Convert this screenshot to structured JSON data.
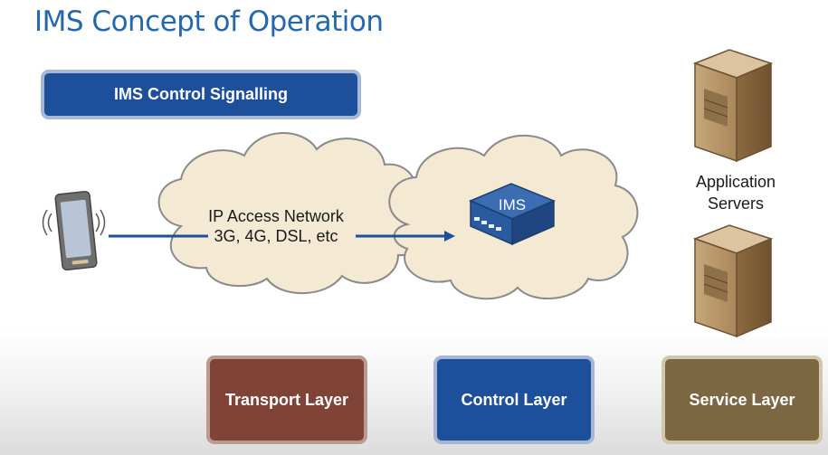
{
  "title": "IMS Concept of Operation",
  "signalling": {
    "label": "IMS Control Signalling"
  },
  "access_network": {
    "line1": "IP Access Network",
    "line2": "3G, 4G, DSL, etc"
  },
  "ims": {
    "label": "IMS"
  },
  "app_servers": {
    "line1": "Application",
    "line2": "Servers"
  },
  "layers": {
    "transport": "Transport Layer",
    "control": "Control Layer",
    "service": "Service Layer"
  },
  "colors": {
    "title": "#2567ad",
    "signalling": "#1e4f9a",
    "transport": "#7f4338",
    "control": "#1e4f9a",
    "service": "#7b6742",
    "cloud": "#f4ead4",
    "arrow": "#1e4f9a"
  },
  "icons": [
    "mobile-phone-icon",
    "ims-device-icon",
    "server-icon"
  ]
}
